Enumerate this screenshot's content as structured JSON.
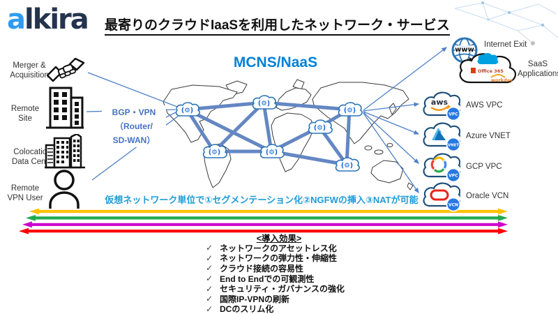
{
  "brand": {
    "first": "a",
    "rest": "lkira"
  },
  "header": {
    "title": "最寄りのクラウドIaaSを利用したネットワーク・サービス"
  },
  "left_sources": [
    {
      "line1": "Merger &",
      "line2": "Acquisition"
    },
    {
      "line1": "Remote",
      "line2": "Site"
    },
    {
      "line1": "Colocation/",
      "line2": "Data Center"
    },
    {
      "line1": "Remote",
      "line2": "VPN User"
    }
  ],
  "access": {
    "line1": "BGP・VPN",
    "line2": "（Router/",
    "line3": "SD-WAN）"
  },
  "network": {
    "title": "MCNS/NaaS",
    "node_glyph": "(⚙)",
    "caption": "仮想ネットワーク単位で①セグメンテーション化②NGFWの挿入③NATが可能"
  },
  "internet": {
    "label": "Internet Exit",
    "www": "www"
  },
  "saas": {
    "line1": "SaaS",
    "line2": "Applications",
    "office": "Office 365",
    "workday": "workday"
  },
  "clouds": [
    {
      "label": "AWS VPC",
      "badge": "VPC",
      "logo_text": "aws"
    },
    {
      "label": "Azure VNET",
      "badge": "VNET"
    },
    {
      "label": "GCP VPC",
      "badge": "VPC"
    },
    {
      "label": "Oracle VCN",
      "badge": "VCN"
    }
  ],
  "arrows": {
    "colors": [
      "#FFC000",
      "#22A94E",
      "#CC00CC",
      "#FF0000"
    ]
  },
  "benefits": {
    "title": "<導入効果>",
    "check": "✓",
    "items": [
      "ネットワークのアセットレス化",
      "ネットワークの弾力性・伸縮性",
      "クラウド接続の容易性",
      "End to Endでの可観測性",
      "セキュリティ・ガバナンスの強化",
      "国際IP-VPNの刷新",
      "DCのスリム化"
    ]
  }
}
